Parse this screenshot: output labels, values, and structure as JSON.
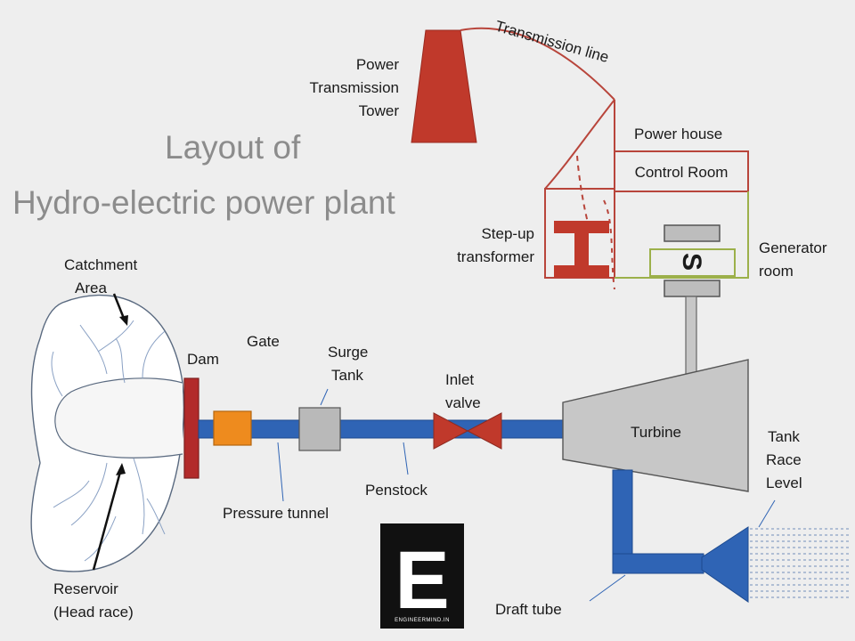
{
  "title": {
    "line1": "Layout of",
    "line2": "Hydro-electric power plant"
  },
  "labels": {
    "power_tower": [
      "Power",
      "Transmission",
      "Tower"
    ],
    "transmission_line": "Transmission line",
    "power_house": "Power house",
    "control_room": "Control Room",
    "stepup": [
      "Step-up",
      "transformer"
    ],
    "generator_room": [
      "Generator",
      "room"
    ],
    "generator_symbol": "S",
    "catchment": [
      "Catchment",
      "Area"
    ],
    "dam": "Dam",
    "gate": "Gate",
    "surge_tank": [
      "Surge",
      "Tank"
    ],
    "inlet_valve": [
      "Inlet",
      "valve"
    ],
    "turbine": "Turbine",
    "tank_race": [
      "Tank",
      "Race",
      "Level"
    ],
    "pressure_tunnel": "Pressure tunnel",
    "penstock": "Penstock",
    "reservoir": [
      "Reservoir",
      "(Head race)"
    ],
    "draft_tube": "Draft tube"
  },
  "logo": {
    "letter": "E",
    "text": "ENGINEERMIND.IN"
  },
  "colors": {
    "background": "#eeeeee",
    "pipe": "#2f64b5",
    "pipe_edge": "#1d4a8f",
    "tower": "#c0392b",
    "dam": "#b22a2a",
    "gate": "#ee8b1e",
    "surge_tank": "#b9b9b9",
    "valve": "#c0392b",
    "turbine": "#c7c7c7",
    "power_house_outline": "#b8453b",
    "generator_outline": "#9cb04a",
    "transformer": "#c0392b",
    "title": "#8c8c8c"
  }
}
